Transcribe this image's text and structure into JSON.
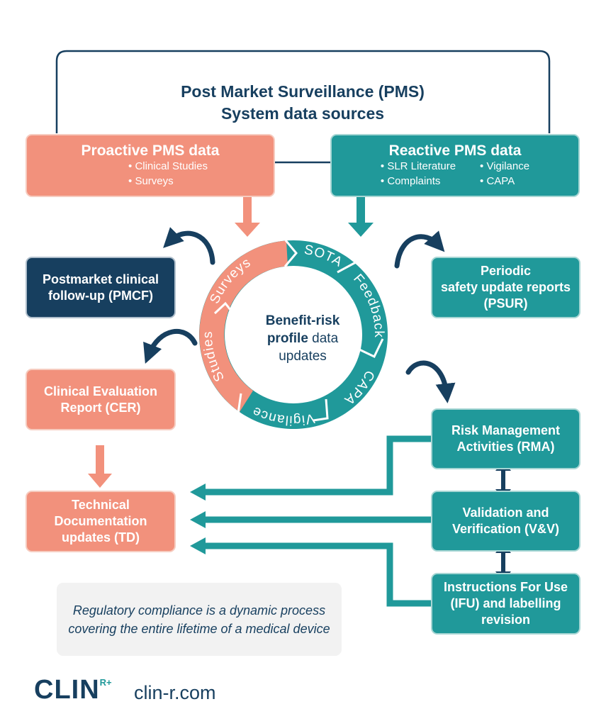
{
  "title": {
    "line1": "Post Market Surveillance (PMS)",
    "line2": "System data sources"
  },
  "proactive": {
    "title": "Proactive PMS data",
    "items": [
      "Clinical Studies",
      "Surveys"
    ]
  },
  "reactive": {
    "title": "Reactive PMS data",
    "items_left": [
      "SLR Literature",
      "Complaints"
    ],
    "items_right": [
      "Vigilance",
      "CAPA"
    ]
  },
  "cycle": {
    "segments": [
      "SOTA",
      "Feedback",
      "CAPA",
      "Vigilance",
      "Studies",
      "Surveys"
    ],
    "center_bold_1": "Benefit-risk",
    "center_bold_2": "profile",
    "center_normal_1": " data",
    "center_normal_2": "updates"
  },
  "boxes": {
    "pmcf": [
      "Postmarket clinical",
      "follow-up (PMCF)"
    ],
    "psur": [
      "Periodic",
      "safety update reports",
      "(PSUR)"
    ],
    "cer": [
      "Clinical Evaluation",
      "Report (CER)"
    ],
    "td": [
      "Technical",
      "Documentation",
      "updates (TD)"
    ],
    "rma": [
      "Risk Management",
      "Activities (RMA)"
    ],
    "vv": [
      "Validation and",
      "Verification (V&V)"
    ],
    "ifu": [
      "Instructions For Use",
      "(IFU) and labelling",
      "revision"
    ]
  },
  "quote": "Regulatory compliance is a dynamic process covering the entire lifetime of a medical device",
  "logo": {
    "text": "CLIN",
    "superscript": "R+"
  },
  "website": "clin-r.com",
  "colors": {
    "navy": "#173f5f",
    "teal": "#20999a",
    "salmon": "#f2917c",
    "quote_bg": "#f2f2f2"
  }
}
